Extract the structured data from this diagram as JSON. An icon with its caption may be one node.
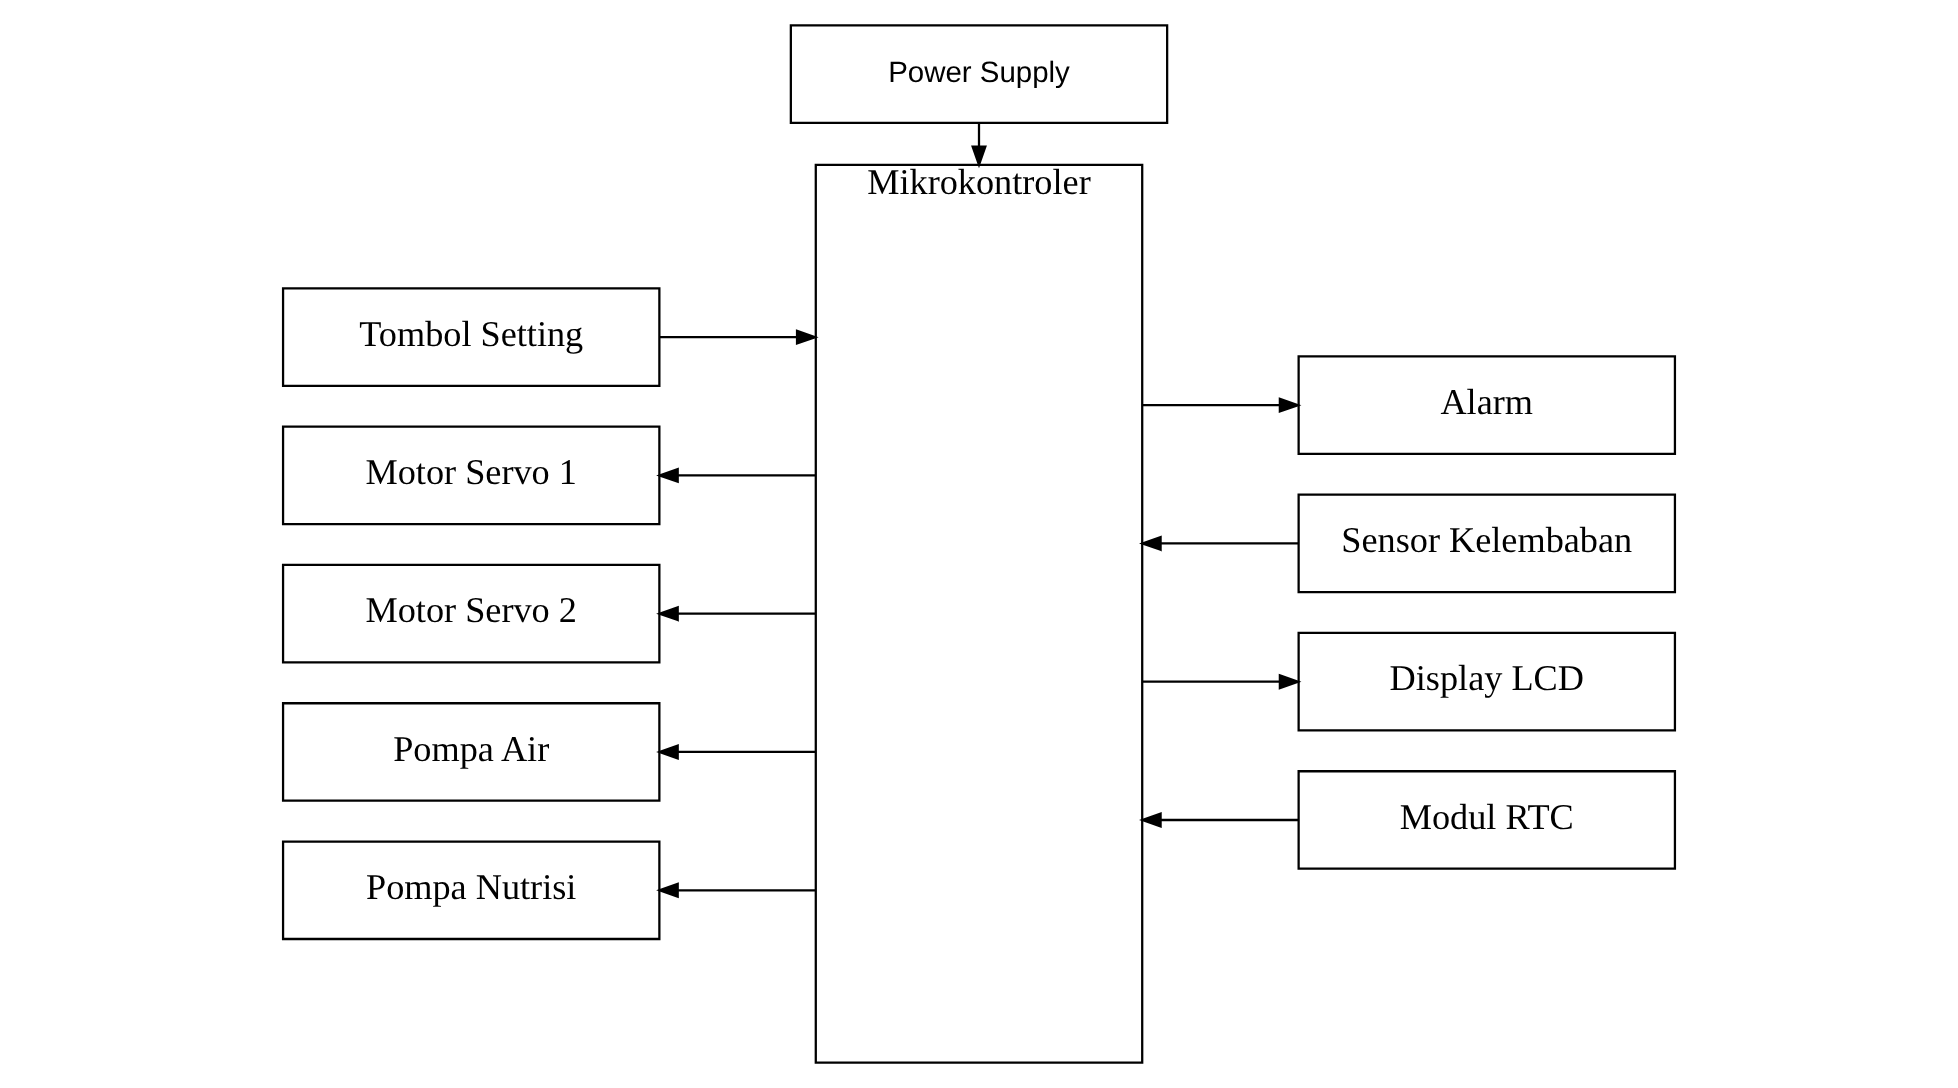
{
  "diagram": {
    "nodes": [
      {
        "text": [
          "Power Supply"
        ]
      },
      {
        "text": [
          "Mikrokontroler"
        ]
      },
      {
        "text": [
          "Tombol Setting"
        ]
      },
      {
        "text": [
          "Motor Servo 1"
        ]
      },
      {
        "text": [
          "Motor Servo 2"
        ]
      },
      {
        "text": [
          "Pompa Air"
        ]
      },
      {
        "text": [
          "Pompa Nutrisi"
        ]
      },
      {
        "text": [
          "Alarm"
        ]
      },
      {
        "text": [
          "Sensor Kelembaban"
        ]
      },
      {
        "text": [
          "Display LCD"
        ]
      },
      {
        "text": [
          "Modul RTC"
        ]
      }
    ],
    "edges": [
      {
        "from": 0,
        "to": 1,
        "arrow": "to"
      },
      {
        "from": 2,
        "to": 1,
        "arrow": "to"
      },
      {
        "from": 1,
        "to": 3,
        "arrow": "to"
      },
      {
        "from": 1,
        "to": 4,
        "arrow": "to"
      },
      {
        "from": 1,
        "to": 5,
        "arrow": "to"
      },
      {
        "from": 1,
        "to": 6,
        "arrow": "to"
      },
      {
        "from": 1,
        "to": 7,
        "arrow": "to"
      },
      {
        "from": 8,
        "to": 1,
        "arrow": "to"
      },
      {
        "from": 1,
        "to": 9,
        "arrow": "to"
      },
      {
        "from": 10,
        "to": 1,
        "arrow": "to"
      }
    ]
  }
}
